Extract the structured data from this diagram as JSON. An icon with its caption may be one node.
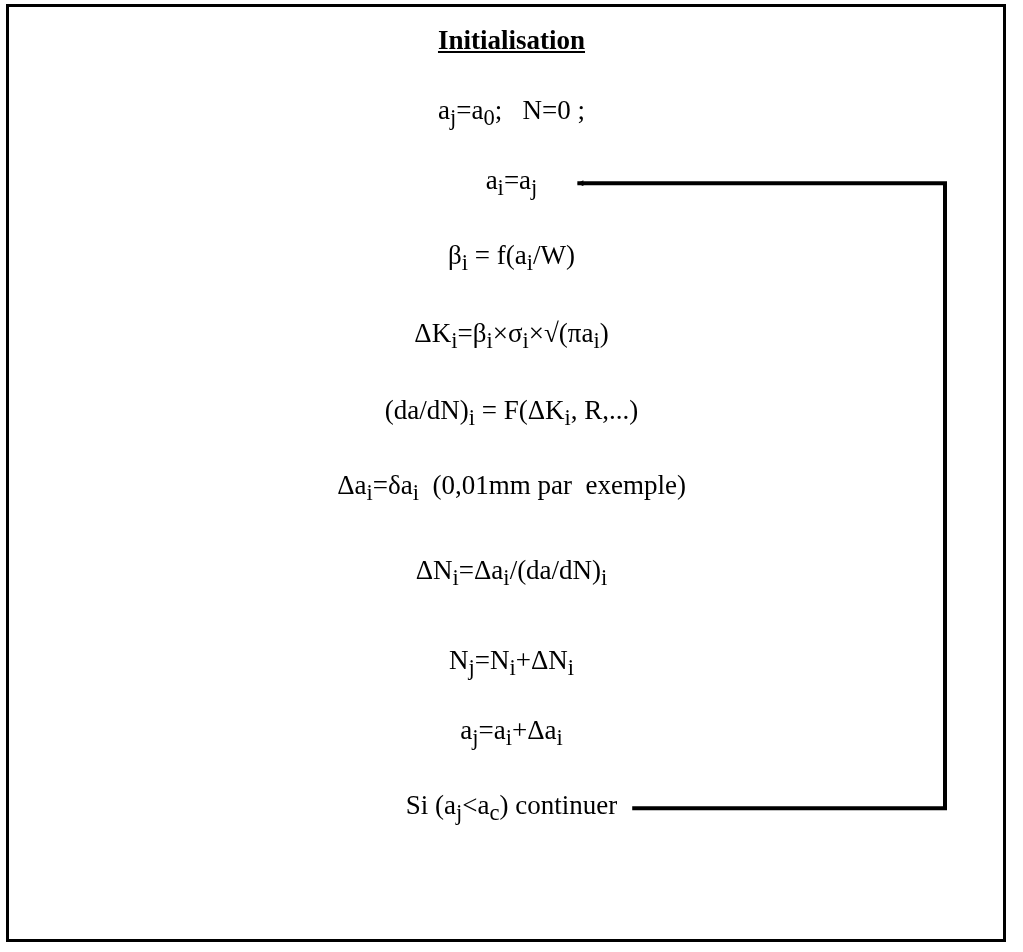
{
  "diagram": {
    "title": "Initialisation",
    "nodes": [
      {
        "text": [
          "a$_{i}$=a$_{j}$"
        ]
      },
      {
        "text": [
          "Si (a$_{j}$<a$_{c}$) continuer"
        ]
      }
    ],
    "edges": [
      {
        "from": 1,
        "to": 0,
        "arrow": "to"
      }
    ],
    "labels": [
      "a$_{j}$=a$_{0}$;   N=0 ;",
      "β$_{i}$ = f(a$_{i}$/W)",
      "ΔK$_{i}$=β$_{i}$×σ$_{i}$×√(πa$_{i}$)",
      "(da/dN)$_{i}$ = F(ΔK$_{i}$, R,...)",
      "Δa$_{i}$=δa$_{i}$  (0,01mm par  exemple)",
      "ΔN$_{i}$=Δa$_{i}$/(da/dN)$_{i}$",
      "N$_{j}$=N$_{i}$+ΔN$_{i}$",
      "a$_{j}$=a$_{i}$+Δa$_{i}$"
    ]
  }
}
